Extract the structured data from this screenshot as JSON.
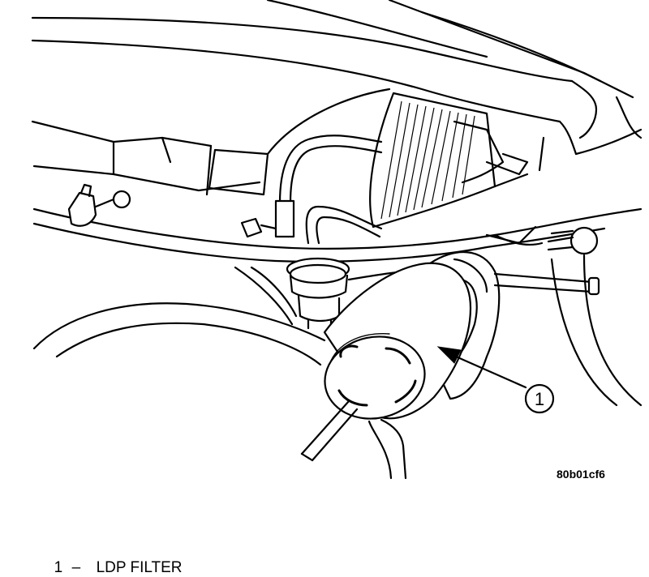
{
  "figure": {
    "code": "80b01cf6",
    "callouts": [
      {
        "number": "1"
      }
    ]
  },
  "legend": [
    {
      "number": "1",
      "dash": "–",
      "label": "LDP FILTER"
    }
  ]
}
